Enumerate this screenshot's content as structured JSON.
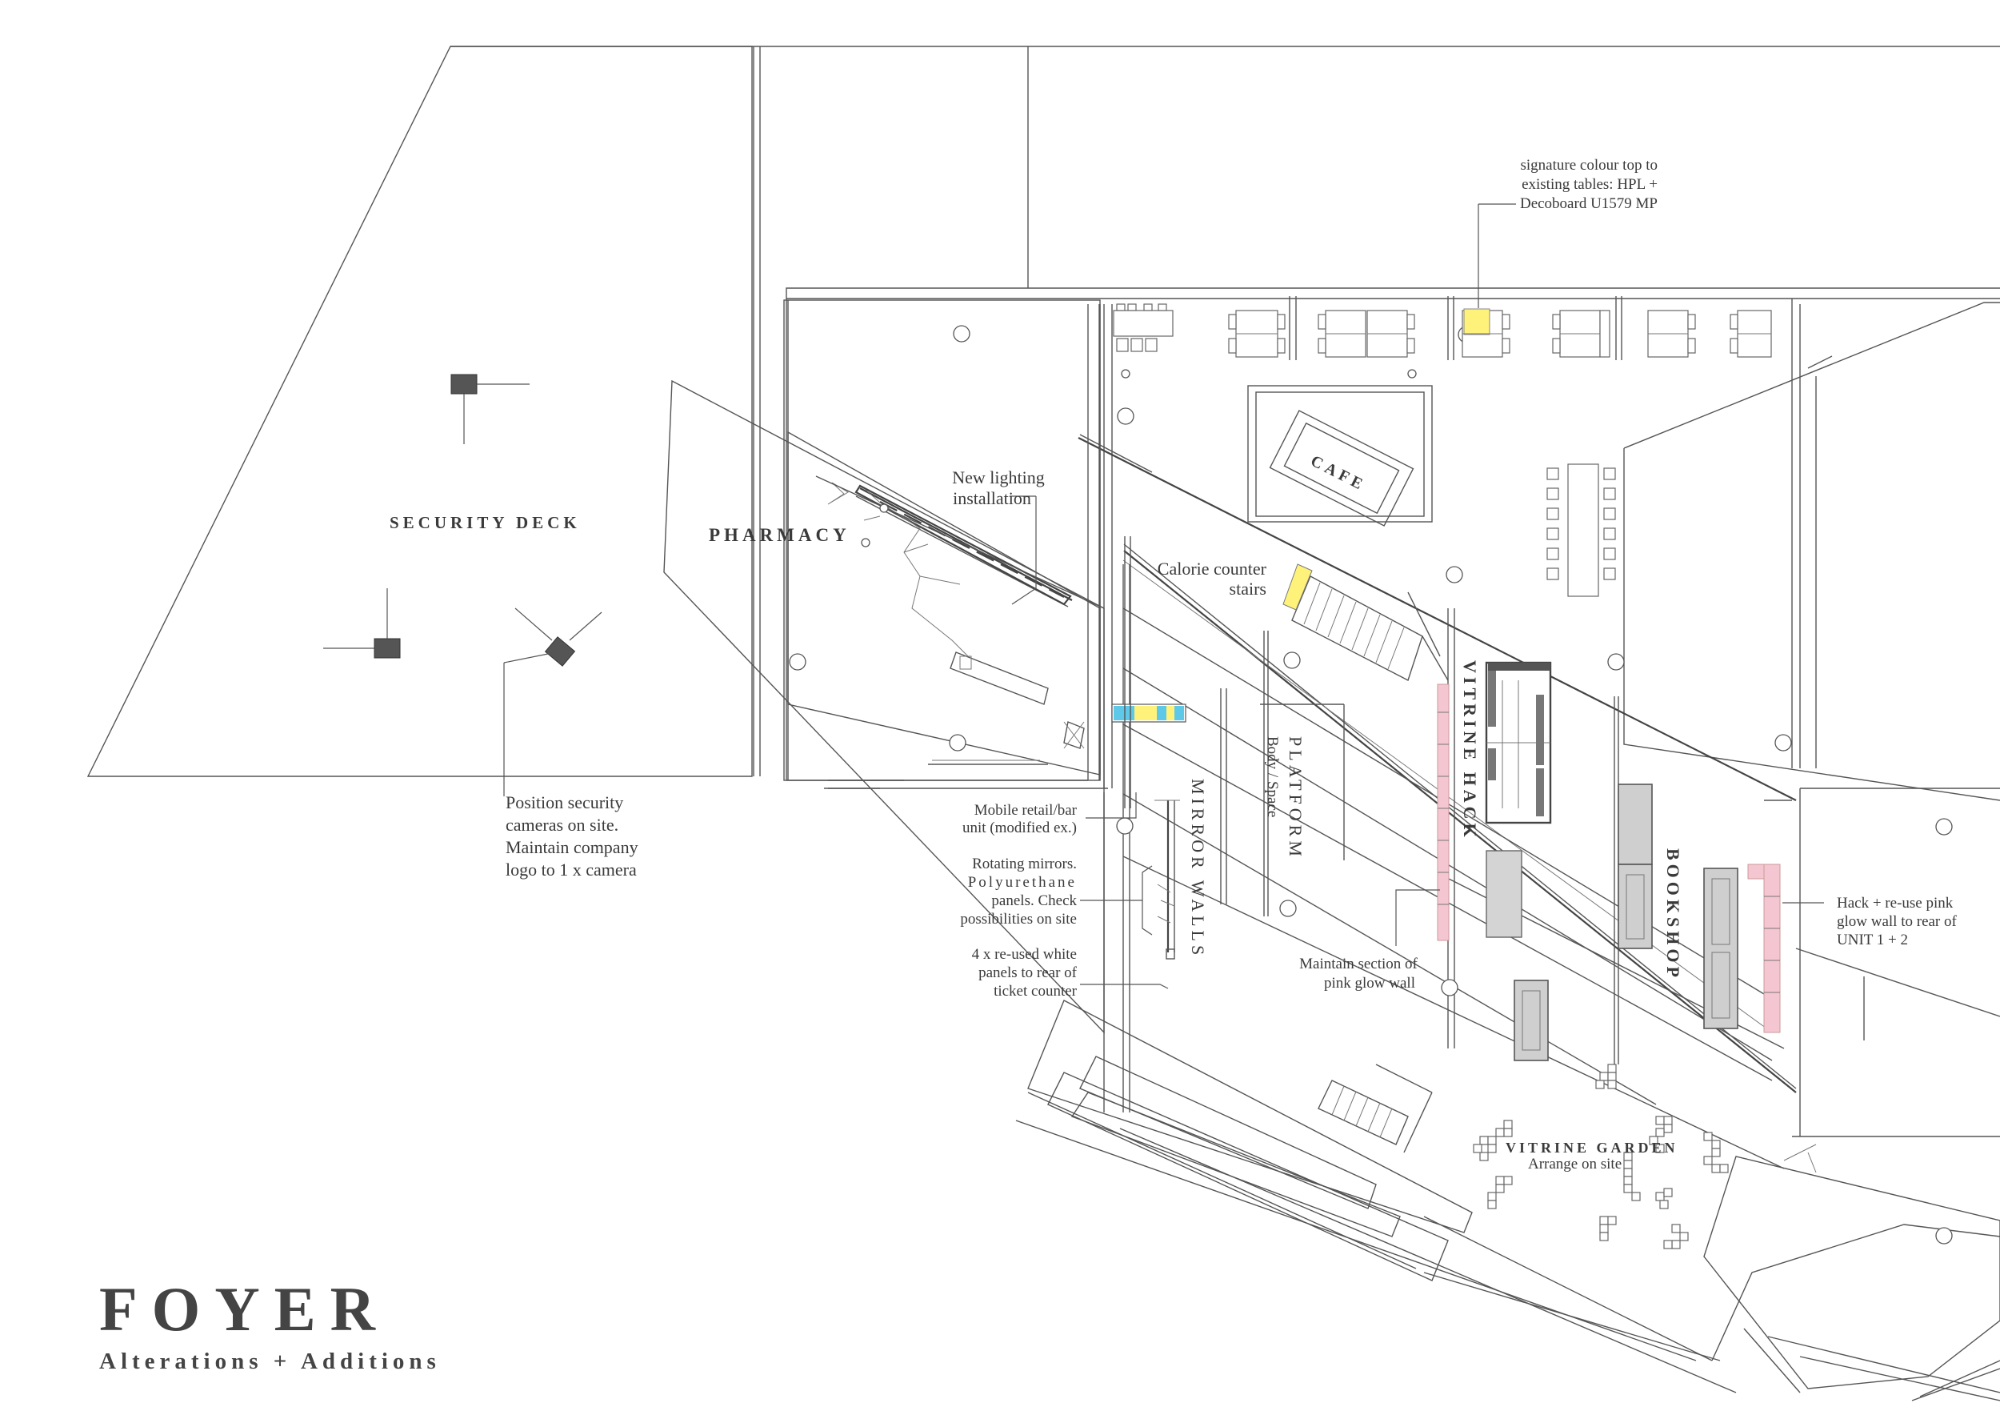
{
  "title": {
    "main": "FOYER",
    "subtitle": "Alterations + Additions"
  },
  "zones": {
    "security_deck": "SECURITY DECK",
    "pharmacy": "PHARMACY",
    "cafe": "CAFE",
    "vitrine_hack": "VITRINE HACK",
    "platform": "PLATFORM",
    "platform_sub": "Body / Space",
    "mirror_walls": "MIRROR WALLS",
    "bookshop": "BOOKSHOP",
    "vitrine_garden": "VITRINE GARDEN",
    "vitrine_garden_sub": "Arrange on site"
  },
  "notes": {
    "signature": [
      "signature colour top to",
      "existing tables: HPL +",
      "Decoboard U1579 MP"
    ],
    "lighting": [
      "New lighting",
      "installation"
    ],
    "calorie": [
      "Calorie counter",
      "stairs"
    ],
    "security": [
      "Position security",
      "cameras on site.",
      "Maintain company",
      "logo to 1 x camera"
    ],
    "mobile": [
      "Mobile retail/bar",
      "unit (modified ex.)"
    ],
    "mirrors": [
      "Rotating mirrors.",
      "Polyurethane",
      "panels. Check",
      "possibilities on site"
    ],
    "panels": [
      "4 x re-used white",
      "panels to rear of",
      "ticket counter"
    ],
    "pink_section": [
      "Maintain section of",
      "pink glow wall"
    ],
    "pink_reuse": [
      "Hack + re-use pink",
      "glow wall to rear of",
      "UNIT 1 + 2"
    ]
  },
  "colors": {
    "line": "#555555",
    "accent_yellow": "#fff27a",
    "accent_blue": "#5ec8e8",
    "accent_pink": "#f4c6d2",
    "camera": "#555555",
    "vitrine_fill": "#cfcfcf",
    "title": "#444444"
  },
  "icons": {
    "camera": "security-camera-icon",
    "column": "column-icon"
  }
}
